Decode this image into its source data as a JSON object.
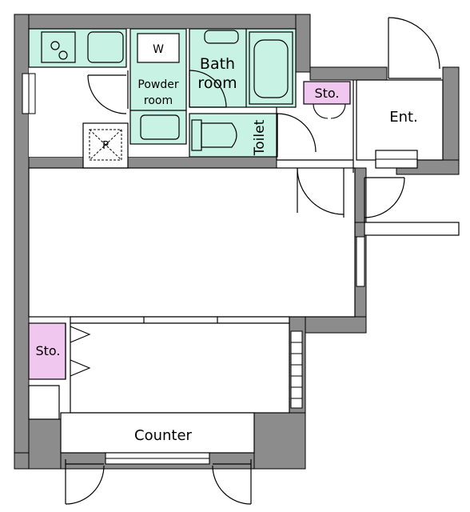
{
  "rooms": {
    "powder_room": {
      "label_line1": "Powder",
      "label_line2": "room"
    },
    "bath_room": {
      "label_line1": "Bath",
      "label_line2": "room"
    },
    "toilet": {
      "label": "Toilet"
    },
    "storage_top": {
      "label": "Sto."
    },
    "storage_left": {
      "label": "Sto."
    },
    "entrance": {
      "label": "Ent."
    },
    "counter": {
      "label": "Counter"
    }
  },
  "fixtures": {
    "washer": {
      "label": "W"
    },
    "pipe_space": {
      "label": "P"
    }
  },
  "colors": {
    "wall": "#8c8c8c",
    "wet_area": "#c8f2e4",
    "storage": "#f0c8ef",
    "line": "#000000",
    "floor": "#ffffff"
  }
}
